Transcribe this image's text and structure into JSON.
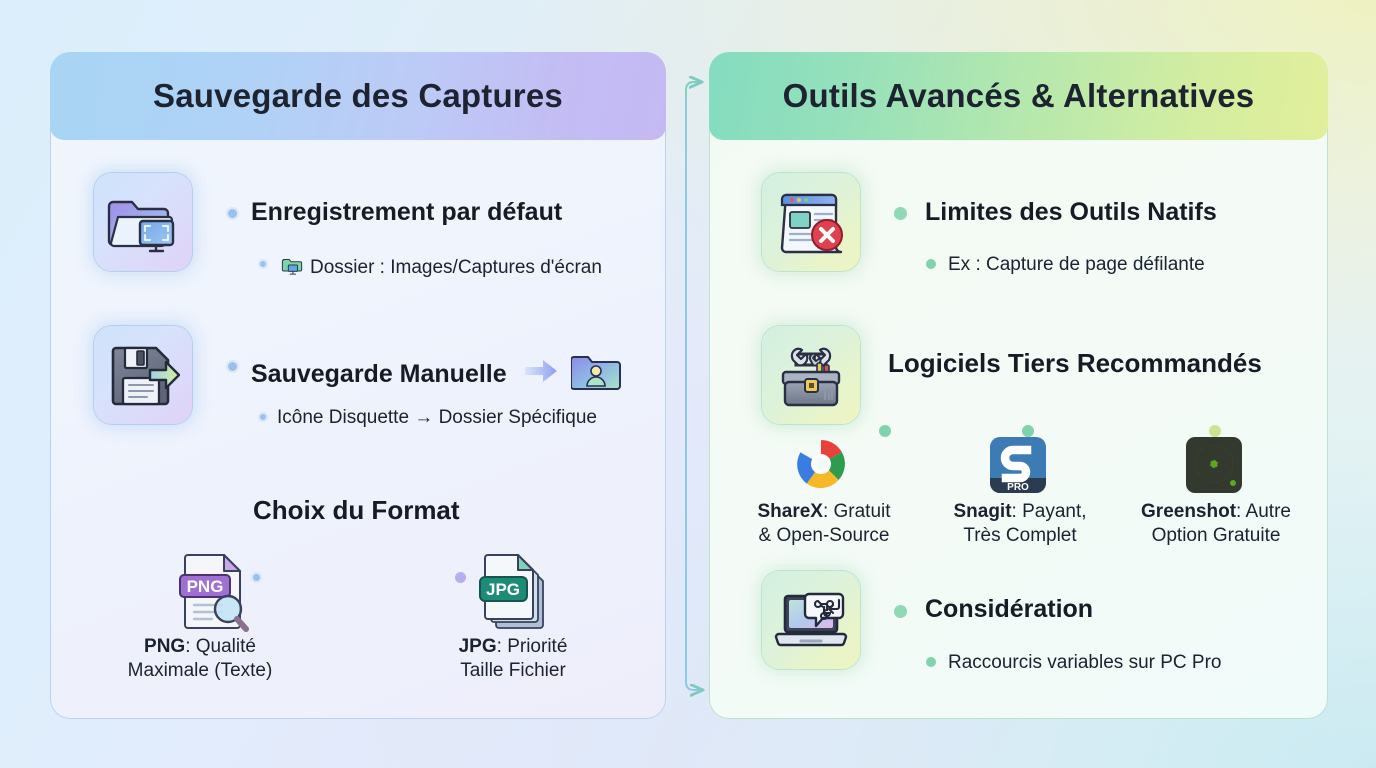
{
  "left_panel": {
    "title": "Sauvegarde des Captures",
    "accent": "#c3bdf4",
    "nodes": [
      {
        "icon": "folder-screen-icon",
        "headline": "Enregistrement par défaut",
        "subline": "Dossier : Images/Captures d'écran",
        "subline_icon": "folder-monitor-icon"
      },
      {
        "icon": "floppy-save-icon",
        "headline": "Sauvegarde Manuelle",
        "headline_icon_arrow": "arrow-right-icon",
        "headline_icon_folder": "user-folder-icon",
        "subline": "Icône Disquette → Dossier Spécifique"
      },
      {
        "headline": "Choix du Format",
        "leaves": [
          {
            "icon": "png-file-icon",
            "bold": "PNG",
            "rest": ": Qualité",
            "line2": "Maximale (Texte)"
          },
          {
            "icon": "jpg-file-icon",
            "bold": "JPG",
            "rest": ": Priorité",
            "line2": "Taille Fichier"
          }
        ]
      }
    ]
  },
  "right_panel": {
    "title": "Outils Avancés & Alternatives",
    "accent": "#b6e8ad",
    "nodes": [
      {
        "icon": "webpage-error-icon",
        "headline": "Limites des Outils Natifs",
        "subline": "Ex : Capture de page défilante"
      },
      {
        "icon": "toolbox-icon",
        "headline": "Logiciels Tiers Recommandés",
        "leaves": [
          {
            "icon": "sharex-logo-icon",
            "bold": "ShareX",
            "rest": ": Gratuit",
            "line2": "& Open-Source"
          },
          {
            "icon": "snagit-logo-icon",
            "bold": "Snagit",
            "rest": ": Payant,",
            "line2": "Très Complet"
          },
          {
            "icon": "greenshot-logo-icon",
            "bold": "Greenshot",
            "rest": ": Autre",
            "line2": "Option Gratuite"
          }
        ]
      },
      {
        "icon": "laptop-shortcut-icon",
        "headline": "Considération",
        "subline": "Raccourcis variables sur PC Pro"
      }
    ]
  },
  "connectors": {
    "left_flow_color": "#b0aee8",
    "right_flow_color": "#8ed5b4",
    "cross_panel_color": "#7ec9c2"
  }
}
